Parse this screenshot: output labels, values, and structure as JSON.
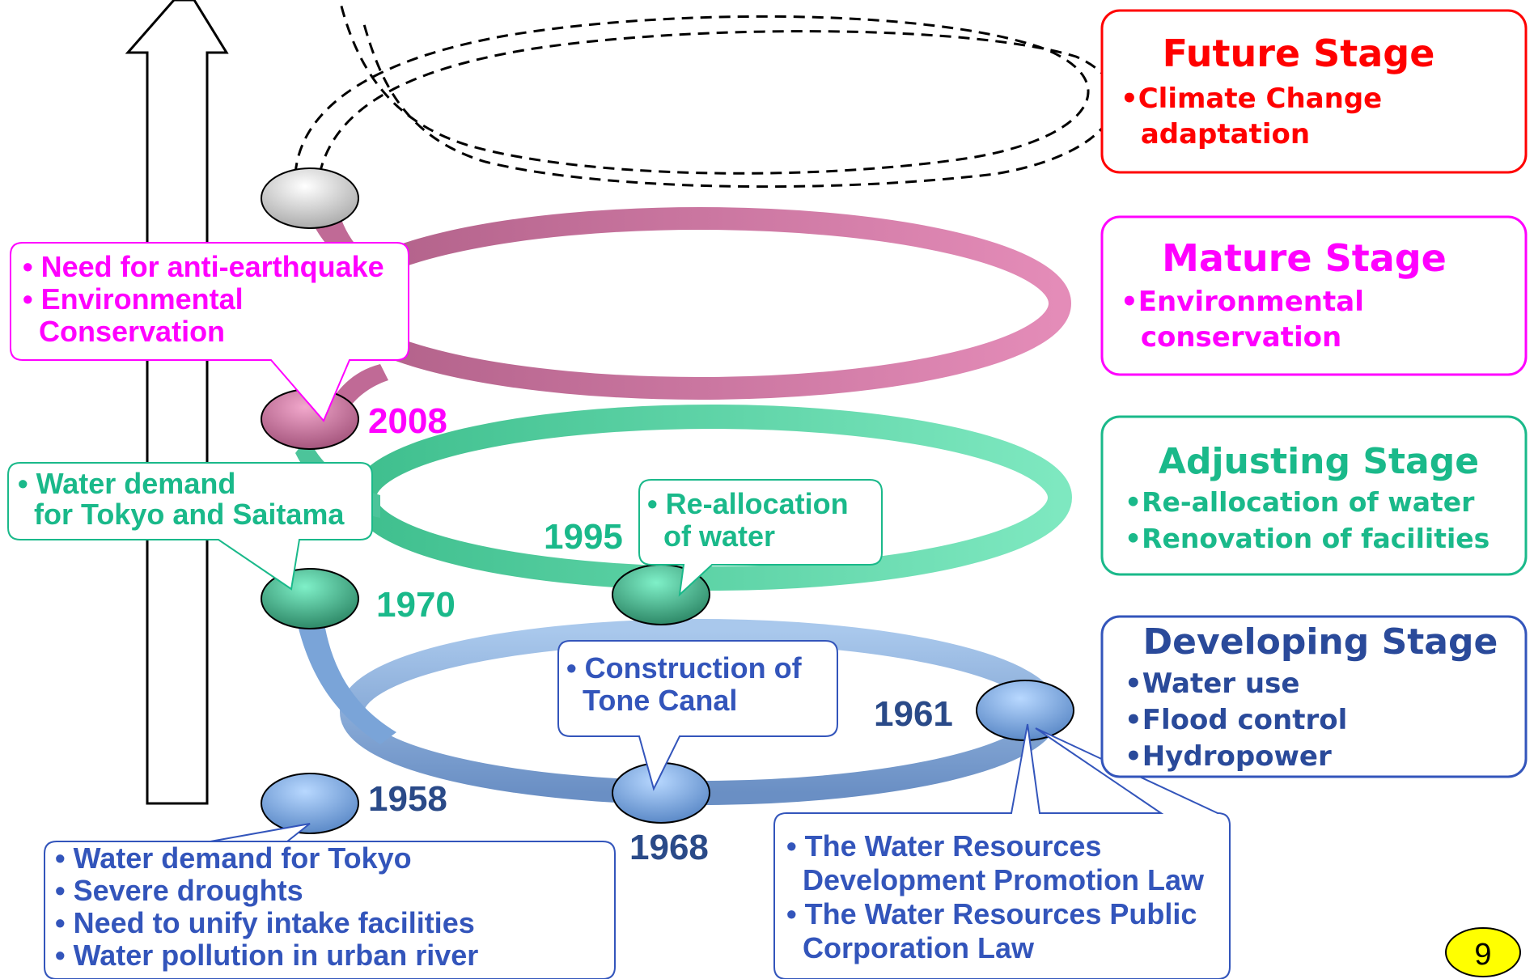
{
  "colors": {
    "future": "#ff0000",
    "mature": "#ff00ff",
    "adjusting": "#00b48c",
    "developing": "#3355bb",
    "year_developing": "#2a4a88",
    "year_adjusting": "#1ab98a",
    "year_mature": "#ff00ff",
    "page_badge": "#ffff00"
  },
  "stages": {
    "future": {
      "title": "Future Stage",
      "items": [
        "•Climate Change",
        " adaptation"
      ]
    },
    "mature": {
      "title": "Mature Stage",
      "items": [
        "•Environmental",
        " conservation"
      ]
    },
    "adjusting": {
      "title": "Adjusting Stage",
      "items": [
        "•Re-allocation of water",
        "•Renovation of facilities"
      ]
    },
    "developing": {
      "title": "Developing Stage",
      "items": [
        "•Water use",
        "•Flood control",
        "•Hydropower"
      ]
    }
  },
  "years": {
    "y1958": "1958",
    "y1961": "1961",
    "y1968": "1968",
    "y1970": "1970",
    "y1995": "1995",
    "y2008": "2008"
  },
  "callouts": {
    "earthquake": [
      "• Need for anti-earthquake",
      "• Environmental",
      "  Conservation"
    ],
    "tokyo_saitama": [
      "• Water demand",
      "  for Tokyo and Saitama"
    ],
    "reallocation": [
      "• Re-allocation",
      "  of water"
    ],
    "tone_canal": [
      "• Construction of",
      "  Tone Canal"
    ],
    "tokyo_1958": [
      "• Water demand for Tokyo",
      "• Severe droughts",
      "• Need to unify intake facilities",
      "• Water pollution in urban river"
    ],
    "laws": [
      "• The Water Resources",
      "  Development Promotion Law",
      "• The Water Resources Public",
      "  Corporation Law"
    ]
  },
  "page_number": "9",
  "icons": {
    "arrow": "up-arrow-icon"
  }
}
